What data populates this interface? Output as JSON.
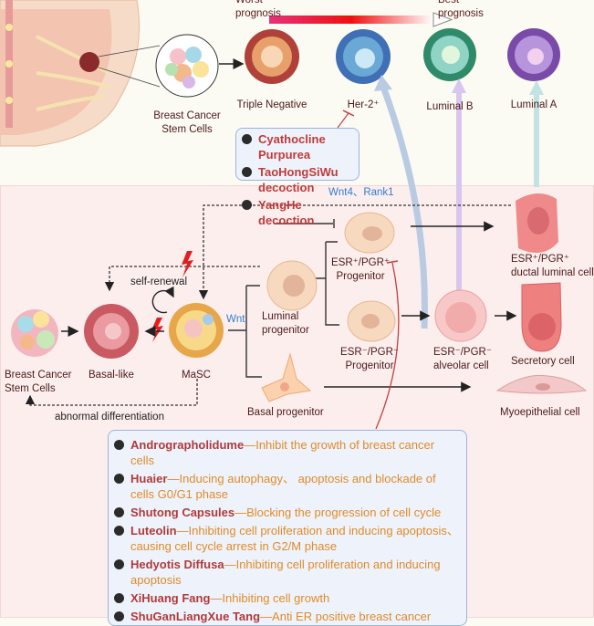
{
  "prognosis": {
    "worst": "Worst prognosis",
    "best": "Best prognosis"
  },
  "top": {
    "stem_cells": "Breast Cancer Stem Cells",
    "subtypes": [
      {
        "label": "Triple Negative",
        "color": "#d9874a"
      },
      {
        "label": "Her-2⁺",
        "color": "#4a7cc0"
      },
      {
        "label": "Luminal B",
        "color": "#4fae8a"
      },
      {
        "label": "Luminal A",
        "color": "#9a6bc8"
      }
    ]
  },
  "box_top": {
    "items": [
      "Cyathocline Purpurea",
      "TaoHongSiWu decoction",
      "YangHe decoction"
    ]
  },
  "signals": {
    "wnt4_rank1": "Wnt4、Rank1",
    "wnt": "Wnt"
  },
  "hierarchy": {
    "bcsc": "Breast Cancer Stem Cells",
    "basal_like": "Basal-like",
    "masc": "MaSC",
    "self_renewal": "self-renewal",
    "abnormal": "abnormal differentiation",
    "luminal_progenitor": "Luminal progenitor",
    "basal_progenitor": "Basal progenitor",
    "er_pos_prog": "ESR⁺/PGR⁺ Progenitor",
    "er_neg_prog": "ESR⁻/PGR⁻ Progenitor",
    "alveolar": "ESR⁻/PGR⁻ alveolar cell",
    "ductal": "ESR⁺/PGR⁺ ductal luminal cell",
    "secretory": "Secretory cell",
    "myoepithelial": "Myoepithelial cell"
  },
  "box_bottom": {
    "items": [
      {
        "drug": "Andrographolidume",
        "effect": "Inhibit the growth of breast cancer cells"
      },
      {
        "drug": "Huaier",
        "effect": "Inducing autophagy、 apoptosis and blockade of cells G0/G1 phase"
      },
      {
        "drug": "Shutong Capsules",
        "effect": "Blocking the progression of cell cycle"
      },
      {
        "drug": "Luteolin",
        "effect": "Inhibiting cell proliferation and inducing apoptosis、causing cell cycle arrest in G2/M phase"
      },
      {
        "drug": "Hedyotis Diffusa",
        "effect": "Inhibiting cell proliferation and inducing apoptosis"
      },
      {
        "drug": "XiHuang Fang",
        "effect": "Inhibiting cell growth"
      },
      {
        "drug": "ShuGanLiangXue Tang",
        "effect": "Anti ER positive breast cancer"
      }
    ]
  },
  "colors": {
    "drug": "#b03a3a",
    "effect": "#e08a2a",
    "signal": "#2d7fd0",
    "inhibit": "#c04040"
  }
}
